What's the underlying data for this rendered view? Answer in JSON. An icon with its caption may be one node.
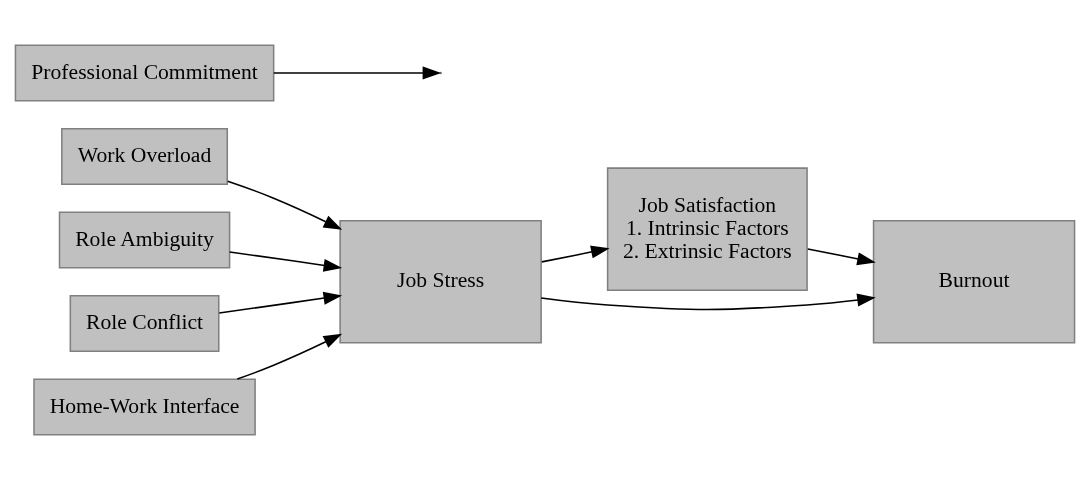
{
  "diagram": {
    "nodes": [
      {
        "text": [
          "Work Overload"
        ]
      },
      {
        "text": [
          "Role Ambiguity"
        ]
      },
      {
        "text": [
          "Role Conflict"
        ]
      },
      {
        "text": [
          "Home-Work Interface"
        ]
      },
      {
        "text": [
          "Professional Commitment"
        ]
      },
      {
        "text": [
          "Job Stress"
        ]
      },
      {
        "text": [
          "Job Satisfaction",
          "1. Intrinsic Factors",
          "2. Extrinsic Factors"
        ]
      },
      {
        "text": [
          "Burnout"
        ]
      }
    ],
    "edges": [
      {
        "from": 0,
        "to": 5,
        "arrow": "to"
      },
      {
        "from": 1,
        "to": 5,
        "arrow": "to"
      },
      {
        "from": 2,
        "to": 5,
        "arrow": "to"
      },
      {
        "from": 3,
        "to": 5,
        "arrow": "to"
      },
      {
        "from": 5,
        "to": 6,
        "arrow": "to"
      },
      {
        "from": 4,
        "to": null,
        "arrow": "to"
      },
      {
        "from": 6,
        "to": 7,
        "arrow": "to"
      },
      {
        "from": 5,
        "to": 7,
        "arrow": "to"
      }
    ]
  }
}
